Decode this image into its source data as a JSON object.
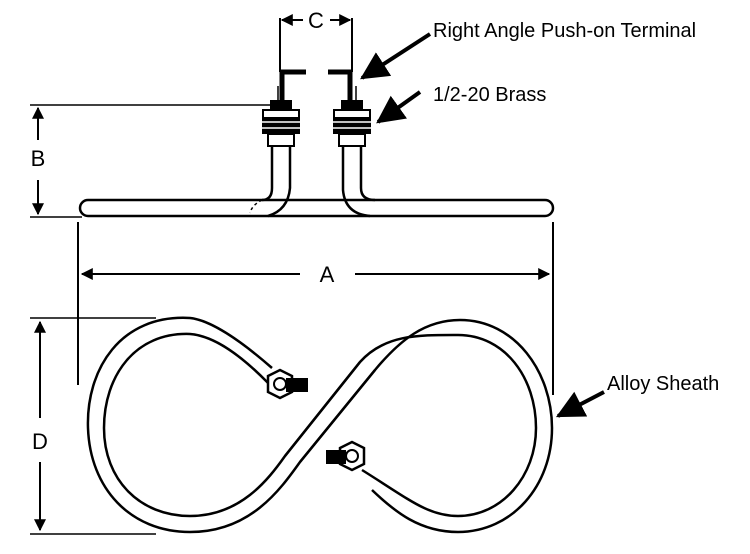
{
  "labels": {
    "terminal": "Right Angle Push-on Terminal",
    "brass": "1/2-20 Brass",
    "sheath": "Alloy Sheath"
  },
  "dimensions": {
    "a": "A",
    "b": "B",
    "c": "C",
    "d": "D"
  },
  "colors": {
    "ink": "#000000",
    "background": "#ffffff"
  }
}
